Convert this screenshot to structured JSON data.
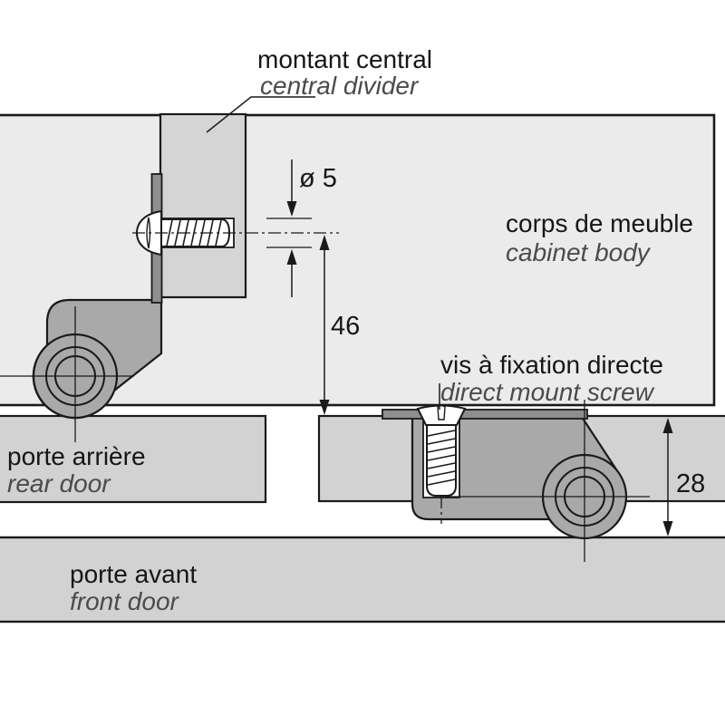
{
  "diagram": {
    "title_block": {
      "divider_fr": "montant central",
      "divider_en": "central divider",
      "body_fr": "corps de meuble",
      "body_en": "cabinet body",
      "screw_fr": "vis à fixation directe",
      "screw_en": "direct mount screw",
      "rear_door_fr": "porte arrière",
      "rear_door_en": "rear door",
      "front_door_fr": "porte avant",
      "front_door_en": "front door"
    },
    "dimensions": {
      "hole_diameter": "ø 5",
      "screw_axis_height": "46",
      "roller_assembly_height": "28"
    },
    "colors": {
      "cabinet_body": "#ebebeb",
      "panel": "#d5d5d5",
      "door": "#d2d2d2",
      "bracket": "#a9a9a9",
      "plate": "#8e8e8e",
      "screw": "#ffffff",
      "line": "#1a1a1a"
    }
  }
}
